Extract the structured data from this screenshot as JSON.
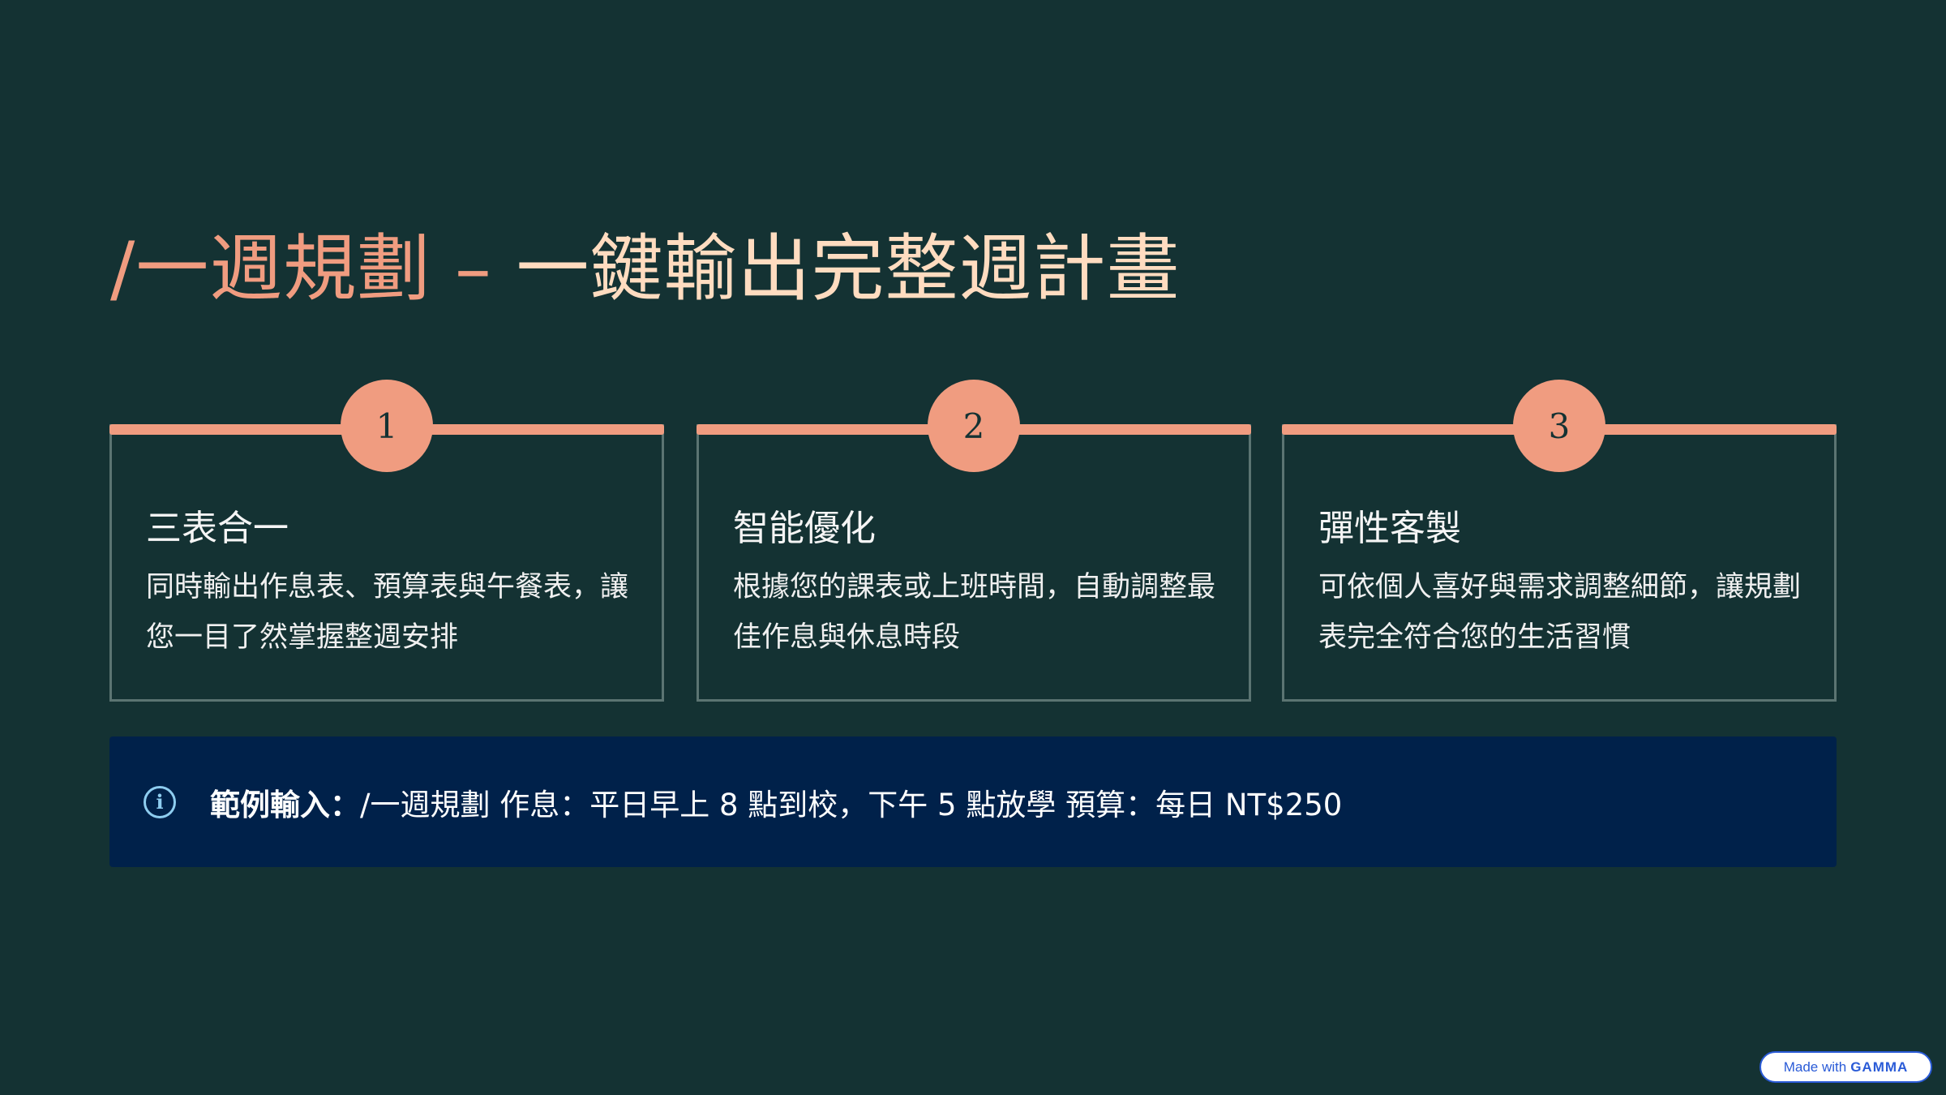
{
  "title": {
    "command": "/一週規劃",
    "separator": " – ",
    "subtitle": "一鍵輸出完整週計畫"
  },
  "cards": [
    {
      "number": "1",
      "heading": "三表合一",
      "body": "同時輸出作息表、預算表與午餐表，讓您一目了然掌握整週安排"
    },
    {
      "number": "2",
      "heading": "智能優化",
      "body": "根據您的課表或上班時間，自動調整最佳作息與休息時段"
    },
    {
      "number": "3",
      "heading": "彈性客製",
      "body": "可依個人喜好與需求調整細節，讓規劃表完全符合您的生活習慣"
    }
  ],
  "info": {
    "icon": "info-icon",
    "label": "範例輸入：",
    "text": "/一週規劃 作息：平日早上 8 點到校，下午 5 點放學 預算：每日 NT$250"
  },
  "badge": {
    "prefix": "Made with",
    "brand": "GAMMA"
  },
  "colors": {
    "background": "#143233",
    "accent": "#f09c80",
    "title_light": "#ffdcc0",
    "info_bg": "#00214a"
  }
}
